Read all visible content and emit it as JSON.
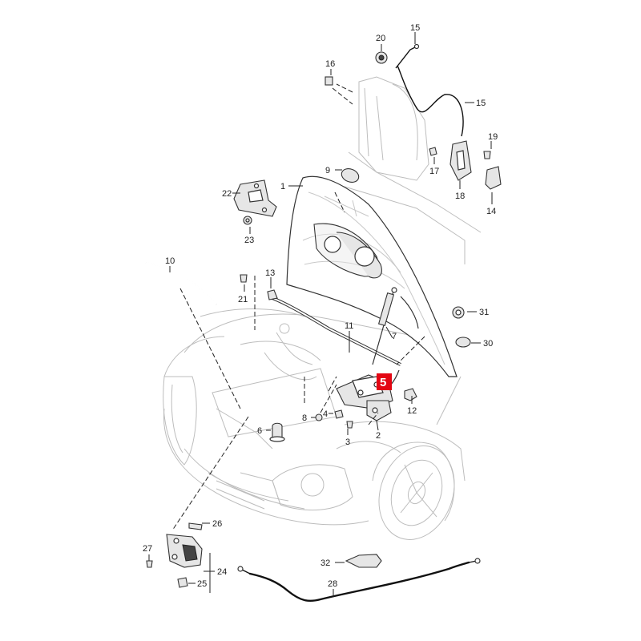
{
  "diagram": {
    "highlighted_callout": "5",
    "callouts": [
      {
        "id": "c1",
        "label": "1"
      },
      {
        "id": "c2",
        "label": "2"
      },
      {
        "id": "c3",
        "label": "3"
      },
      {
        "id": "c4",
        "label": "4"
      },
      {
        "id": "c6",
        "label": "6"
      },
      {
        "id": "c7",
        "label": "7"
      },
      {
        "id": "c8",
        "label": "8"
      },
      {
        "id": "c9",
        "label": "9"
      },
      {
        "id": "c10",
        "label": "10"
      },
      {
        "id": "c11",
        "label": "11"
      },
      {
        "id": "c12",
        "label": "12"
      },
      {
        "id": "c13",
        "label": "13"
      },
      {
        "id": "c14",
        "label": "14"
      },
      {
        "id": "c15a",
        "label": "15"
      },
      {
        "id": "c15b",
        "label": "15"
      },
      {
        "id": "c16",
        "label": "16"
      },
      {
        "id": "c17",
        "label": "17"
      },
      {
        "id": "c18",
        "label": "18"
      },
      {
        "id": "c19",
        "label": "19"
      },
      {
        "id": "c20",
        "label": "20"
      },
      {
        "id": "c21",
        "label": "21"
      },
      {
        "id": "c22",
        "label": "22"
      },
      {
        "id": "c23",
        "label": "23"
      },
      {
        "id": "c24",
        "label": "24"
      },
      {
        "id": "c25",
        "label": "25"
      },
      {
        "id": "c26",
        "label": "26"
      },
      {
        "id": "c27",
        "label": "27"
      },
      {
        "id": "c28",
        "label": "28"
      },
      {
        "id": "c30",
        "label": "30"
      },
      {
        "id": "c31",
        "label": "31"
      },
      {
        "id": "c32",
        "label": "32"
      }
    ]
  }
}
